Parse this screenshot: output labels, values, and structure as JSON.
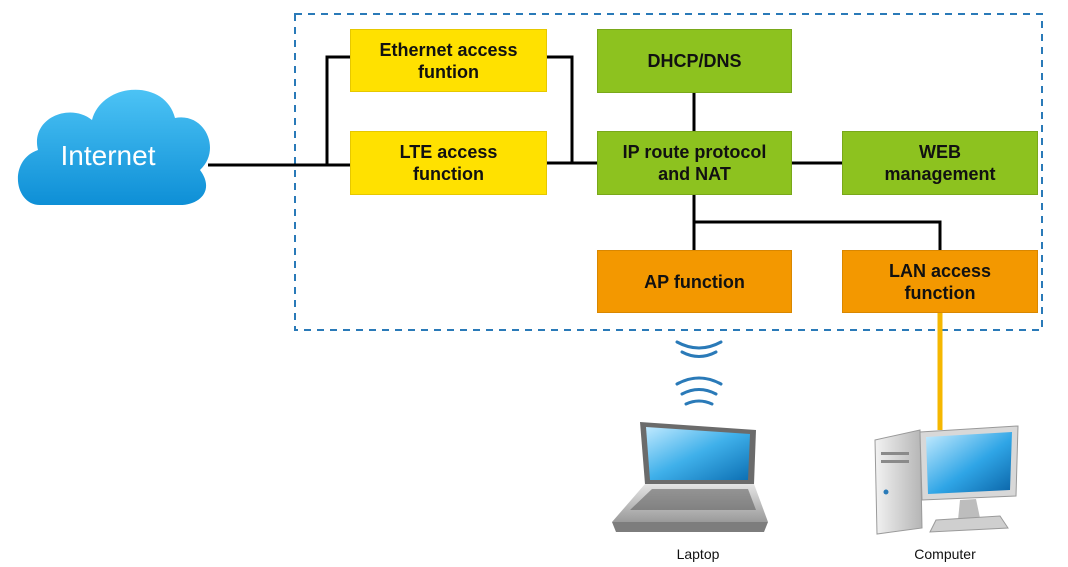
{
  "internet": {
    "label": "Internet"
  },
  "blocks": {
    "ethernet": {
      "line1": "Ethernet access",
      "line2": "funtion"
    },
    "lte": {
      "line1": "LTE access",
      "line2": "function"
    },
    "dhcp": {
      "line1": "DHCP/DNS"
    },
    "iproute": {
      "line1": "IP route protocol",
      "line2": "and NAT"
    },
    "web": {
      "line1": "WEB",
      "line2": "management"
    },
    "ap": {
      "line1": "AP function"
    },
    "lan": {
      "line1": "LAN access",
      "line2": "function"
    }
  },
  "devices": {
    "laptop": "Laptop",
    "computer": "Computer"
  },
  "colors": {
    "access": "#ffe100",
    "core": "#8dc21f",
    "local": "#f39800",
    "boundary": "#2a7ab8",
    "cloud": "#1aa3e8",
    "wired_link": "#f5b700",
    "wireless": "#2a7ab8"
  }
}
